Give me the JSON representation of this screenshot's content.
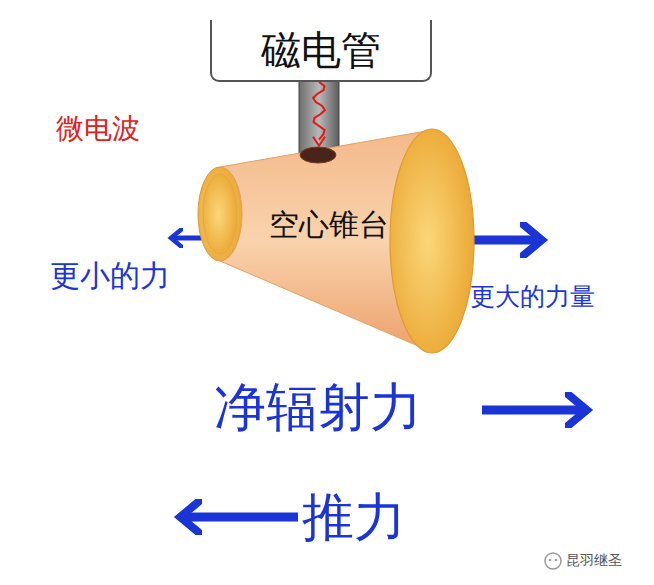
{
  "diagram": {
    "nodes": [
      {
        "text": [
          "磁电管"
        ]
      },
      {
        "text": [
          "空心锥台"
        ]
      }
    ],
    "edges": [
      {
        "from": 0,
        "to": 1,
        "arrow": "to"
      }
    ],
    "labels": [
      "微电波",
      "更小的力",
      "更大的力量",
      "净辐射力",
      "推力",
      "昆羽继圣"
    ]
  }
}
